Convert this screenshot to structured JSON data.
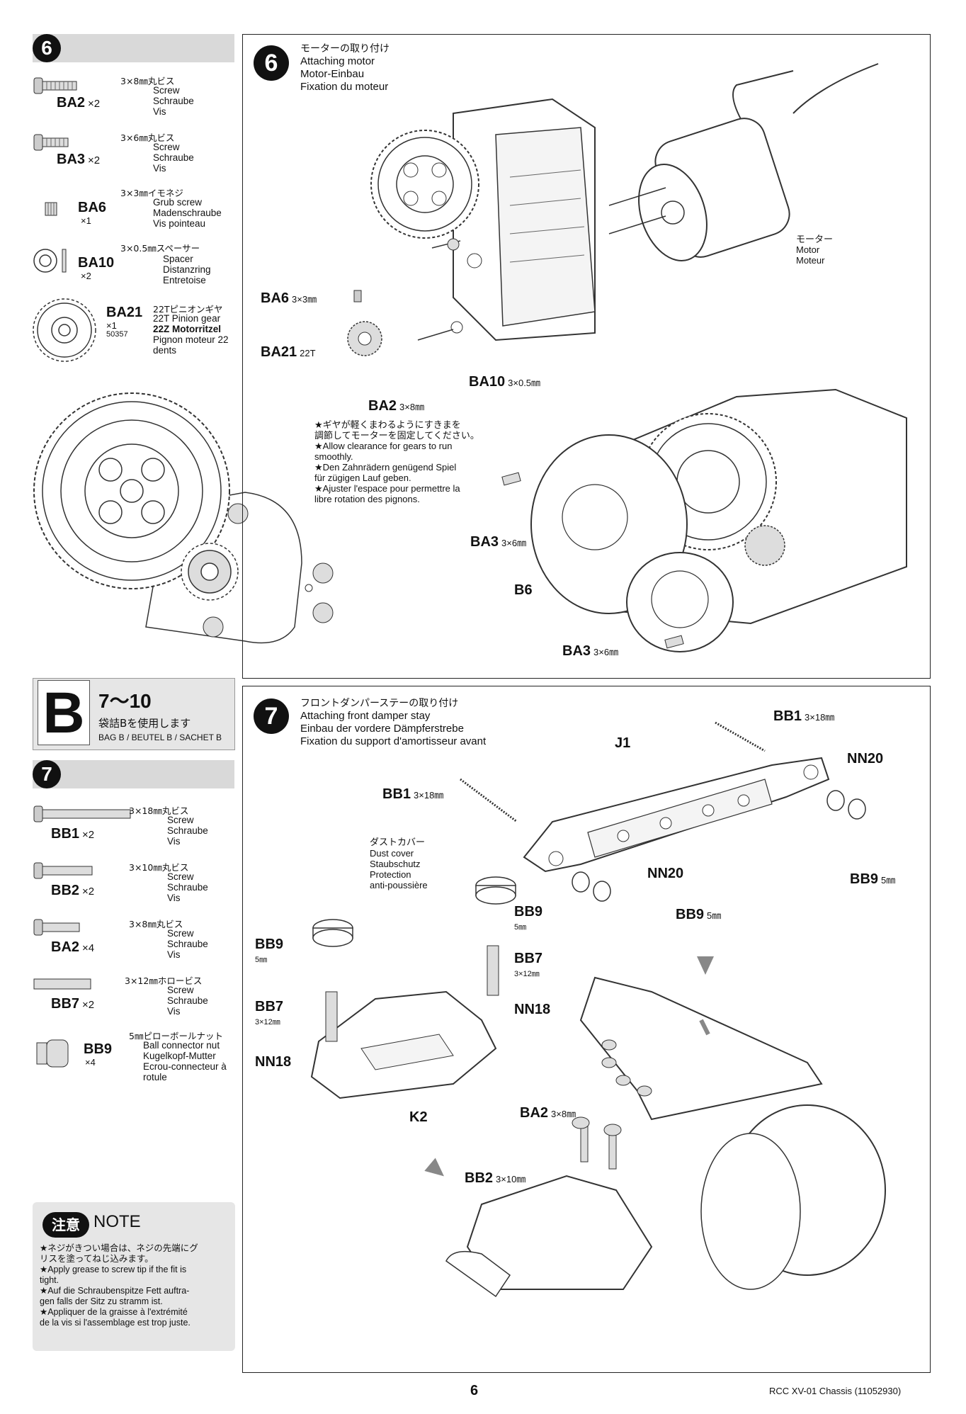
{
  "step6": {
    "number": "6",
    "title_jp": "モーターの取り付け",
    "title_en": "Attaching motor",
    "title_de": "Motor-Einbau",
    "title_fr": "Fixation du moteur",
    "parts": [
      {
        "code": "BA2",
        "qty": "×2",
        "size_jp": "3×8㎜丸ビス",
        "lines": [
          "Screw",
          "Schraube",
          "Vis"
        ]
      },
      {
        "code": "BA3",
        "qty": "×2",
        "size_jp": "3×6㎜丸ビス",
        "lines": [
          "Screw",
          "Schraube",
          "Vis"
        ]
      },
      {
        "code": "BA6",
        "qty": "×1",
        "size_jp": "3×3㎜イモネジ",
        "lines": [
          "Grub screw",
          "Madenschraube",
          "Vis pointeau"
        ]
      },
      {
        "code": "BA10",
        "qty": "×2",
        "size_jp": "3×0.5㎜スペーサー",
        "lines": [
          "Spacer",
          "Distanzring",
          "Entretoise"
        ]
      },
      {
        "code": "BA21",
        "qty": "×1",
        "extra": "50357",
        "size_jp": "22Tピニオンギヤ",
        "lines": [
          "22T Pinion gear",
          "22Z Motorritzel",
          "Pignon moteur 22",
          "dents"
        ]
      }
    ],
    "labels": {
      "ba6": "BA6",
      "ba6_size": "3×3㎜",
      "ba21": "BA21",
      "ba21_size": "22T",
      "ba10": "BA10",
      "ba10_size": "3×0.5㎜",
      "ba2": "BA2",
      "ba2_size": "3×8㎜",
      "ba3a": "BA3",
      "ba3a_size": "3×6㎜",
      "b6": "B6",
      "ba3b": "BA3",
      "ba3b_size": "3×6㎜",
      "motor_jp": "モーター",
      "motor_en": "Motor",
      "motor_fr": "Moteur"
    },
    "note": [
      "★ギヤが軽くまわるようにすきまを",
      "調節してモーターを固定してください。",
      "★Allow clearance for gears to run",
      "smoothly.",
      "★Den Zahnrädern genügend Spiel",
      "für zügigen Lauf geben.",
      "★Ajuster l'espace pour permettre la",
      "libre rotation des pignons."
    ]
  },
  "bag": {
    "letter": "B",
    "range": "7〜10",
    "use_jp": "袋詰Bを使用します",
    "use_en": "BAG B / BEUTEL B / SACHET B"
  },
  "step7": {
    "number": "7",
    "title_jp": "フロントダンパーステーの取り付け",
    "title_en": "Attaching front damper stay",
    "title_de": "Einbau der vordere Dämpferstrebe",
    "title_fr": "Fixation du support d'amortisseur avant",
    "parts": [
      {
        "code": "BB1",
        "qty": "×2",
        "size_jp": "3×18㎜丸ビス",
        "lines": [
          "Screw",
          "Schraube",
          "Vis"
        ]
      },
      {
        "code": "BB2",
        "qty": "×2",
        "size_jp": "3×10㎜丸ビス",
        "lines": [
          "Screw",
          "Schraube",
          "Vis"
        ]
      },
      {
        "code": "BA2",
        "qty": "×4",
        "size_jp": "3×8㎜丸ビス",
        "lines": [
          "Screw",
          "Schraube",
          "Vis"
        ]
      },
      {
        "code": "BB7",
        "qty": "×2",
        "size_jp": "3×12㎜ホロービス",
        "lines": [
          "Screw",
          "Schraube",
          "Vis"
        ]
      },
      {
        "code": "BB9",
        "qty": "×4",
        "size_jp": "5㎜ピローボールナット",
        "lines": [
          "Ball connector nut",
          "Kugelkopf-Mutter",
          "Ecrou-connecteur à",
          "rotule"
        ]
      }
    ],
    "labels": {
      "bb1a": "BB1",
      "bb1a_size": "3×18㎜",
      "bb1b": "BB1",
      "bb1b_size": "3×18㎜",
      "j1": "J1",
      "nn20a": "NN20",
      "nn20b": "NN20",
      "bb9a": "BB9",
      "bb9a_size": "5㎜",
      "bb9b": "BB9",
      "bb9b_size": "5㎜",
      "bb9c": "BB9",
      "bb9c_size": "5㎜",
      "bb9d": "BB9",
      "bb9d_size": "5㎜",
      "dust_jp": "ダストカバー",
      "dust_en": "Dust cover",
      "dust_de": "Staubschutz",
      "dust_fr1": "Protection",
      "dust_fr2": "anti-poussière",
      "bb7a": "BB7",
      "bb7a_size": "3×12㎜",
      "bb7b": "BB7",
      "bb7b_size": "3×12㎜",
      "nn18a": "NN18",
      "nn18b": "NN18",
      "k2": "K2",
      "ba2": "BA2",
      "ba2_size": "3×8㎜",
      "bb2": "BB2",
      "bb2_size": "3×10㎜"
    }
  },
  "note": {
    "badge": "注意",
    "heading": "NOTE",
    "lines": [
      "★ネジがきつい場合は、ネジの先端にグ",
      "リスを塗ってねじ込みます。",
      "★Apply grease to screw tip if the fit is",
      "tight.",
      "★Auf die Schraubenspitze Fett auftra-",
      "gen falls der Sitz zu stramm ist.",
      "★Appliquer de la graisse à l'extrémité",
      "de la vis si l'assemblage est trop juste."
    ]
  },
  "footer": {
    "page": "6",
    "doc": "RCC XV-01 Chassis (11052930)"
  }
}
